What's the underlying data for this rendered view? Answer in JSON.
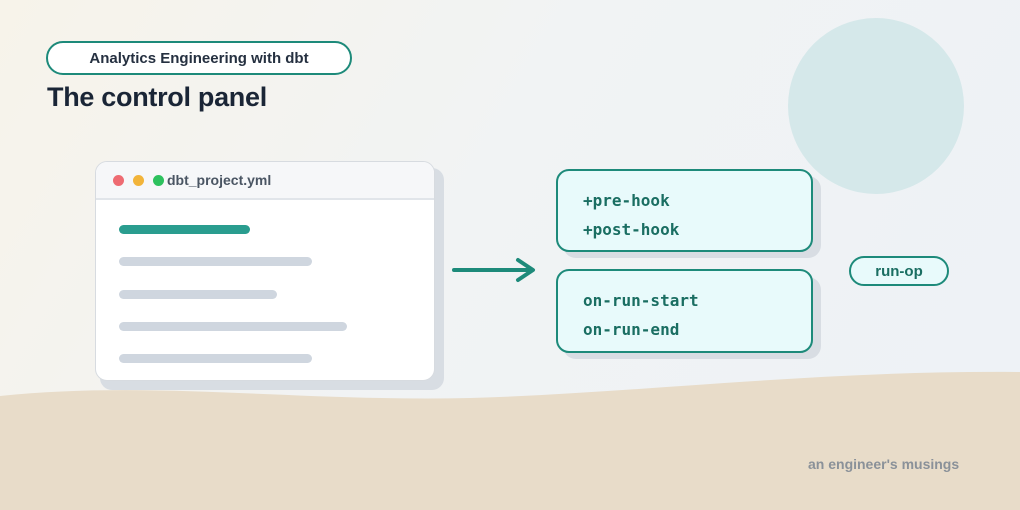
{
  "header": {
    "series_label": "Analytics Engineering with dbt",
    "title": "The control panel"
  },
  "window": {
    "filename": "dbt_project.yml",
    "dot_colors": [
      "#ee6b72",
      "#f2b43a",
      "#2dc15e"
    ],
    "line_accent": "#2a9d8f",
    "line_muted": "#cfd6df"
  },
  "hooks": {
    "model_hooks": [
      "+pre-hook",
      "+post-hook"
    ],
    "run_hooks": [
      "on-run-start",
      "on-run-end"
    ],
    "run_operation": "run-op"
  },
  "footer": {
    "text": "an engineer's musings"
  },
  "colors": {
    "accent": "#1d8a7a",
    "sand": "#e8dcc9",
    "circle": "#d5e8ea"
  }
}
